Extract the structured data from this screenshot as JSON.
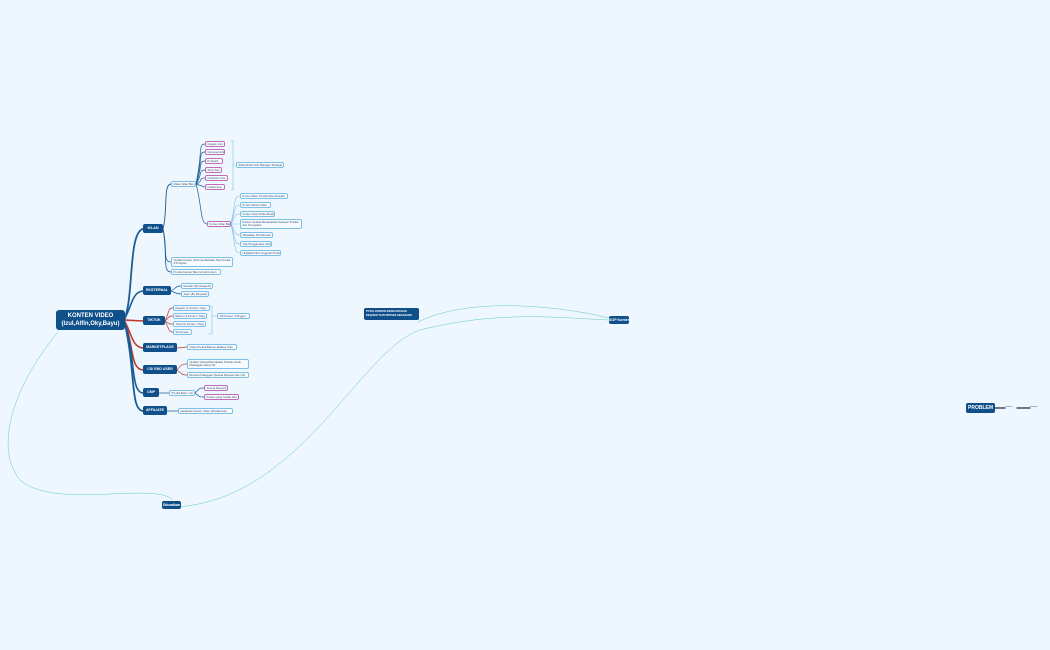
{
  "root": {
    "line1": "KONTEN VIDEO",
    "line2": "(Izul,Alfin,Oky,Bayu)"
  },
  "topics": {
    "iklan": "IKLAN",
    "eksternal": "EKSTERNAL",
    "tiktok": "TIKTOK",
    "marketplace": "MARKETPLACE",
    "cs_end_user": "CS/ END USER",
    "cmp": "CMP",
    "affiliate": "AFFILIATE",
    "dibuatkan": "Dibuatkan",
    "floating_text": "TOTAL KONTEN KESELURUHAN REQUEST DAN PROSES SEKARANG",
    "sop_konten": "SOP Konten",
    "problem": "PROBLEM"
  },
  "leaves": {
    "materi_iklan": "Materi Iklan Baru",
    "ig_items": [
      "Reguler Ads",
      "Carousel Ads",
      "IG Reels",
      "Story Ads",
      "Collection Ads",
      "Instant Exp"
    ],
    "ig_summary": "(Dibutuhkan Ads Manager Strategi)",
    "konten_baru": "Konten Iklan Baru",
    "konten_items": [
      "Konten Baru Produk (Dan Desain)",
      "Konten Before After",
      "Konten Testi (Video Buat)",
      "Konten Update Berdasarkan Kategori Produk dan Kompetitor",
      "Dibuatkan Produk baru",
      "Tips Penggunaan Varian",
      "Highlight Fitur Unggulan Produk"
    ],
    "iklan_bottom": [
      "Update Konten Informasi Berkala Tiap Produk & Program",
      "Produk Konten Baru Untuk Konten"
    ],
    "eksternal_items": [
      "Reseller (By Request)",
      "Agen (By Request)"
    ],
    "tiktok_items": [
      "Reguler (1 Konten / Day)",
      "Basics (3 Konten / Day)",
      "Trend (2 Konten / Day)",
      "Showcase"
    ],
    "tiktok_summary": "(25 Konten / Minggu)",
    "marketplace_item": "Video Produk Banner Etalase Toko",
    "cs_items": [
      "Update Tutorial Pemakaian Produk Untuk Pelanggan (Req CS)",
      "Review Pelanggan (Sesuai Request dan CS)"
    ],
    "cmp_mid": "Produk Baru / Up",
    "cmp_items": [
      "Sesuai Request",
      "Konten yang Sudah Ada"
    ],
    "affiliate_item": "Database Konten Video (Produk Kat)",
    "problem_links": [
      "Kendala",
      "Evaluasi"
    ]
  },
  "colors": {
    "background": "#eef7fd",
    "node": "#0f4f8a",
    "branch_blue": "#1c5d96",
    "branch_red": "#c0392b",
    "leaf_border": "#7cc0e8",
    "leaf_border_pink": "#c46ab8",
    "connector": "#5ec7c7"
  }
}
